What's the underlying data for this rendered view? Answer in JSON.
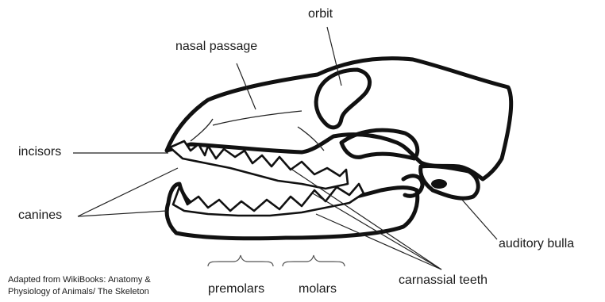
{
  "labels": {
    "orbit": "orbit",
    "nasal_passage": "nasal passage",
    "incisors": "incisors",
    "canines": "canines",
    "auditory_bulla": "auditory bulla",
    "carnassial_teeth": "carnassial teeth",
    "premolars": "premolars",
    "molars": "molars"
  },
  "credit": {
    "line1": "Adapted from WikiBooks: Anatomy &",
    "line2": "Physiology of Animals/ The Skeleton"
  }
}
